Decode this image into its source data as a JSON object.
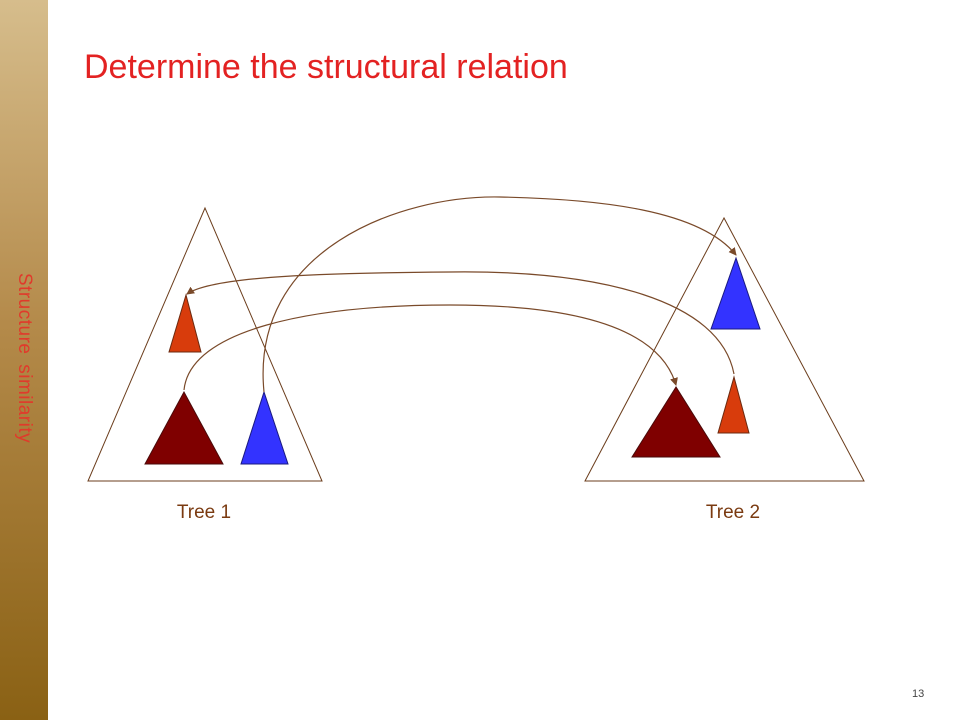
{
  "slide": {
    "title": "Determine the structural relation",
    "side_label": "Structure  similarity",
    "page_number": "13"
  },
  "diagram": {
    "tree1_label": "Tree 1",
    "tree2_label": "Tree 2"
  },
  "colors": {
    "title": "#e32222",
    "side_label": "#e03a2b",
    "outline": "#6b3d1c",
    "arrow": "#7a4a2a",
    "orange_red": "#d83c0c",
    "dark_red": "#7f0000",
    "blue": "#3333ff"
  }
}
